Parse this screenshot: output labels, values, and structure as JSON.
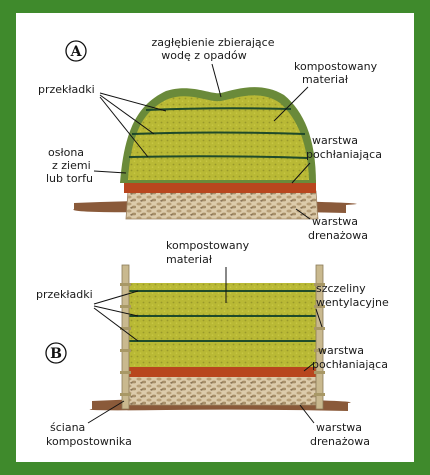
{
  "diagram": {
    "panel_a": {
      "marker": "A",
      "labels": {
        "depression_l1": "zagłębienie zbierające",
        "depression_l2": "wodę z opadów",
        "compost_l1": "kompostowany",
        "compost_l2": "materiał",
        "layers": "przekładki",
        "cover_l1": "osłona",
        "cover_l2": "z ziemi",
        "cover_l3": "lub torfu",
        "absorbent_l1": "warstwa",
        "absorbent_l2": "pochłaniająca",
        "drainage_l1": "warstwa",
        "drainage_l2": "drenażowa"
      }
    },
    "panel_b": {
      "marker": "B",
      "labels": {
        "compost_l1": "kompostowany",
        "compost_l2": "materiał",
        "layers": "przekładki",
        "slots_l1": "szczeliny",
        "slots_l2": "wentylacyjne",
        "absorbent_l1": "warstwa",
        "absorbent_l2": "pochłaniająca",
        "wall_l1": "ściana",
        "wall_l2": "kompostownika",
        "drainage_l1": "warstwa",
        "drainage_l2": "drenażowa"
      }
    },
    "colors": {
      "frame": "#3f8a2c",
      "compost": "#b8b834",
      "compost_dark": "#8a8c26",
      "layer_line": "#1f4a2a",
      "cover": "#6a8a3a",
      "absorbent": "#b8461e",
      "drainage": "#d9c7a4",
      "ground": "#7a4a2e",
      "wall": "#c9b98f"
    }
  }
}
